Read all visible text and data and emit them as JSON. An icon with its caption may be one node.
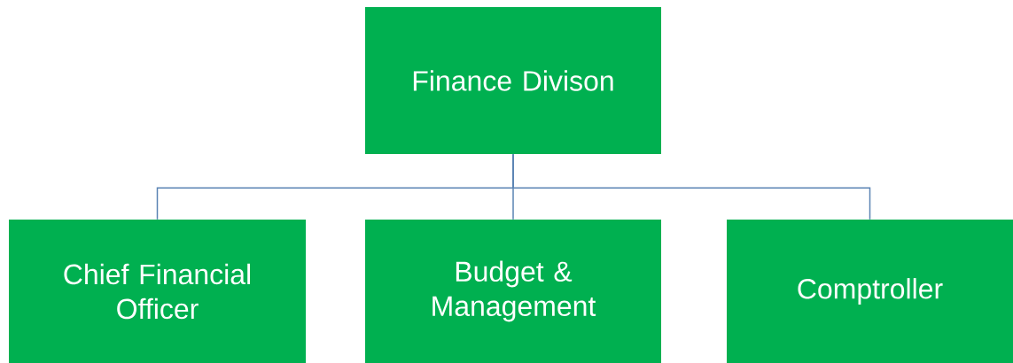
{
  "diagram": {
    "nodes": [
      {
        "text": [
          "Finance Divison"
        ]
      },
      {
        "text": [
          "Chief Financial Officer"
        ]
      },
      {
        "text": [
          "Budget & Management"
        ]
      },
      {
        "text": [
          "Comptroller"
        ]
      }
    ],
    "edges": [
      {
        "from": 0,
        "to": 1,
        "arrow": "none"
      },
      {
        "from": 0,
        "to": 2,
        "arrow": "none"
      },
      {
        "from": 0,
        "to": 3,
        "arrow": "none"
      }
    ]
  }
}
